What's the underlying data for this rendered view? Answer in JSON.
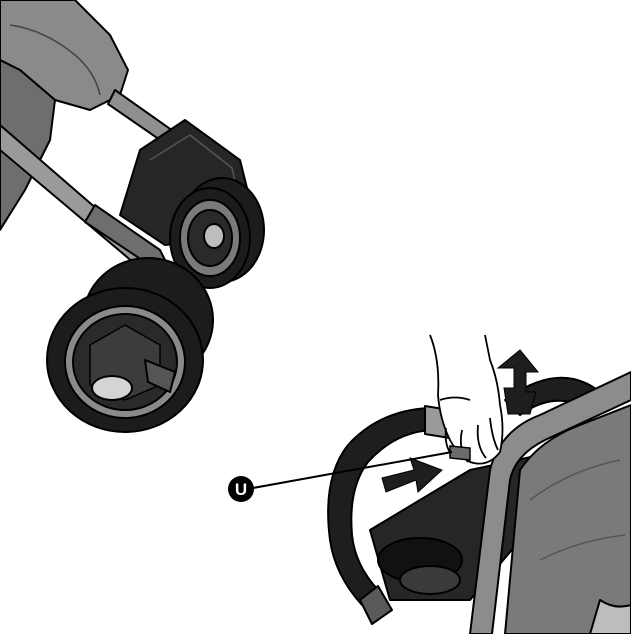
{
  "callout": {
    "label": "U"
  },
  "colors": {
    "dark": "#1e1e1e",
    "mid": "#6b6b6b",
    "light": "#9a9a9a",
    "pale": "#bdbdbd",
    "outline": "#000000"
  },
  "icons": [
    "stroller-wheels-illustration",
    "stroller-seat-bumper-illustration",
    "hand-illustration",
    "arrow-in-icon",
    "arrow-up-icon"
  ]
}
